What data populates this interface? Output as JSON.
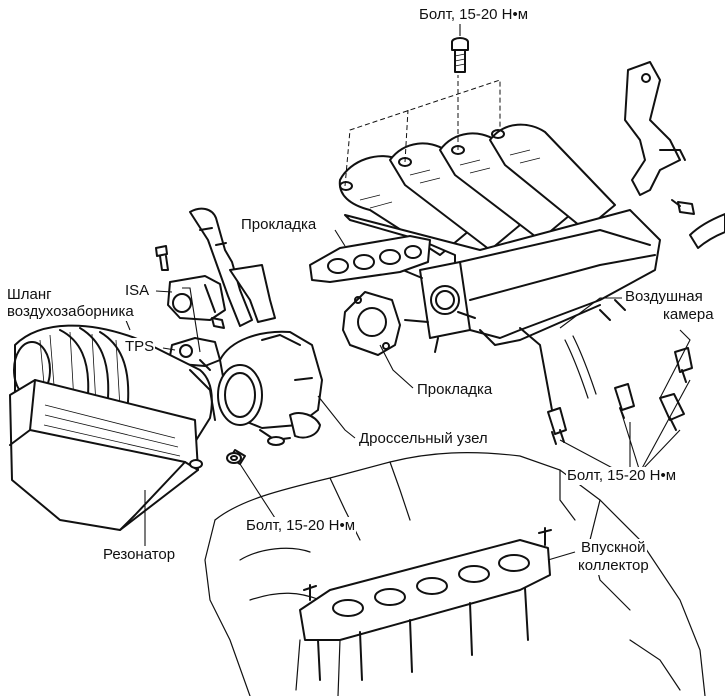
{
  "labels": {
    "bolt_top": "Болт, 15-20 Н•м",
    "gasket_upper": "Прокладка",
    "isa": "ISA",
    "air_hose_line1": "Шланг",
    "air_hose_line2": "воздухозаборника",
    "tps": "TPS",
    "air_chamber_line1": "Воздушная",
    "air_chamber_line2": "камера",
    "gasket_lower": "Прокладка",
    "throttle_body": "Дроссельный узел",
    "bolt_right": "Болт, 15-20 Н•м",
    "bolt_bottom": "Болт, 15-20 Н•м",
    "resonator": "Резонатор",
    "intake_manifold_line1": "Впускной",
    "intake_manifold_line2": "коллектор"
  }
}
